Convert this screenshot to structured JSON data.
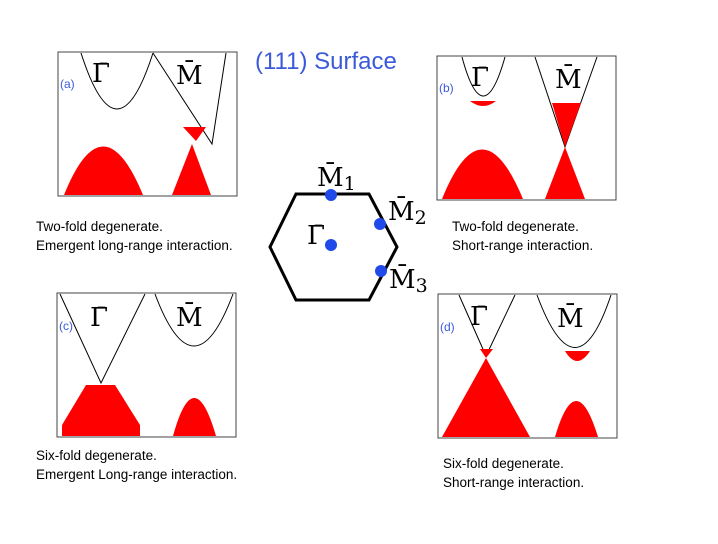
{
  "title": "(111) Surface",
  "panels": [
    {
      "id": "a",
      "tag": "(a)",
      "gamma": "Γ̄",
      "m": "M̄",
      "caption": [
        "Two-fold degenerate.",
        "Emergent long-range interaction."
      ]
    },
    {
      "id": "b",
      "tag": "(b)",
      "gamma": "Γ̄",
      "m": "M̄",
      "caption": [
        "Two-fold degenerate.",
        "Short-range interaction."
      ]
    },
    {
      "id": "c",
      "tag": "(c)",
      "gamma": "Γ̄",
      "m": "M̄",
      "caption": [
        "Six-fold degenerate.",
        "Emergent Long-range interaction."
      ]
    },
    {
      "id": "d",
      "tag": "(d)",
      "gamma": "Γ̄",
      "m": "M̄",
      "caption": [
        "Six-fold degenerate.",
        "Short-range interaction."
      ]
    }
  ],
  "brillouin_zone": {
    "gamma": "Γ̄",
    "points": [
      "M̄",
      "M̄",
      "M̄"
    ],
    "subscripts": [
      "1",
      "2",
      "3"
    ]
  },
  "colors": {
    "fill": "#ff0000",
    "accent": "#3a5ad9",
    "dot": "#1f49e8",
    "line": "#000000"
  }
}
